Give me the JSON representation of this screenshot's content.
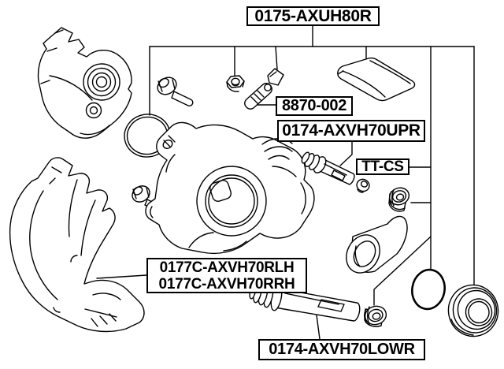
{
  "diagram": {
    "type": "exploded-parts-diagram",
    "colors": {
      "background": "#ffffff",
      "line": "#000000",
      "label_border": "#000000",
      "label_text": "#000000",
      "label_background": "#ffffff"
    },
    "labels": {
      "repair_kit": "0175-AXUH80R",
      "bleeder_screw": "8870-002",
      "slide_pin_upper": "0174-AXVH70UPR",
      "pin_boot": "TT-CS",
      "bracket_lh": "0177C-AXVH70RLH",
      "bracket_rh": "0177C-AXVH70RRH",
      "slide_pin_lower": "0174-AXVH70LOWR"
    }
  }
}
